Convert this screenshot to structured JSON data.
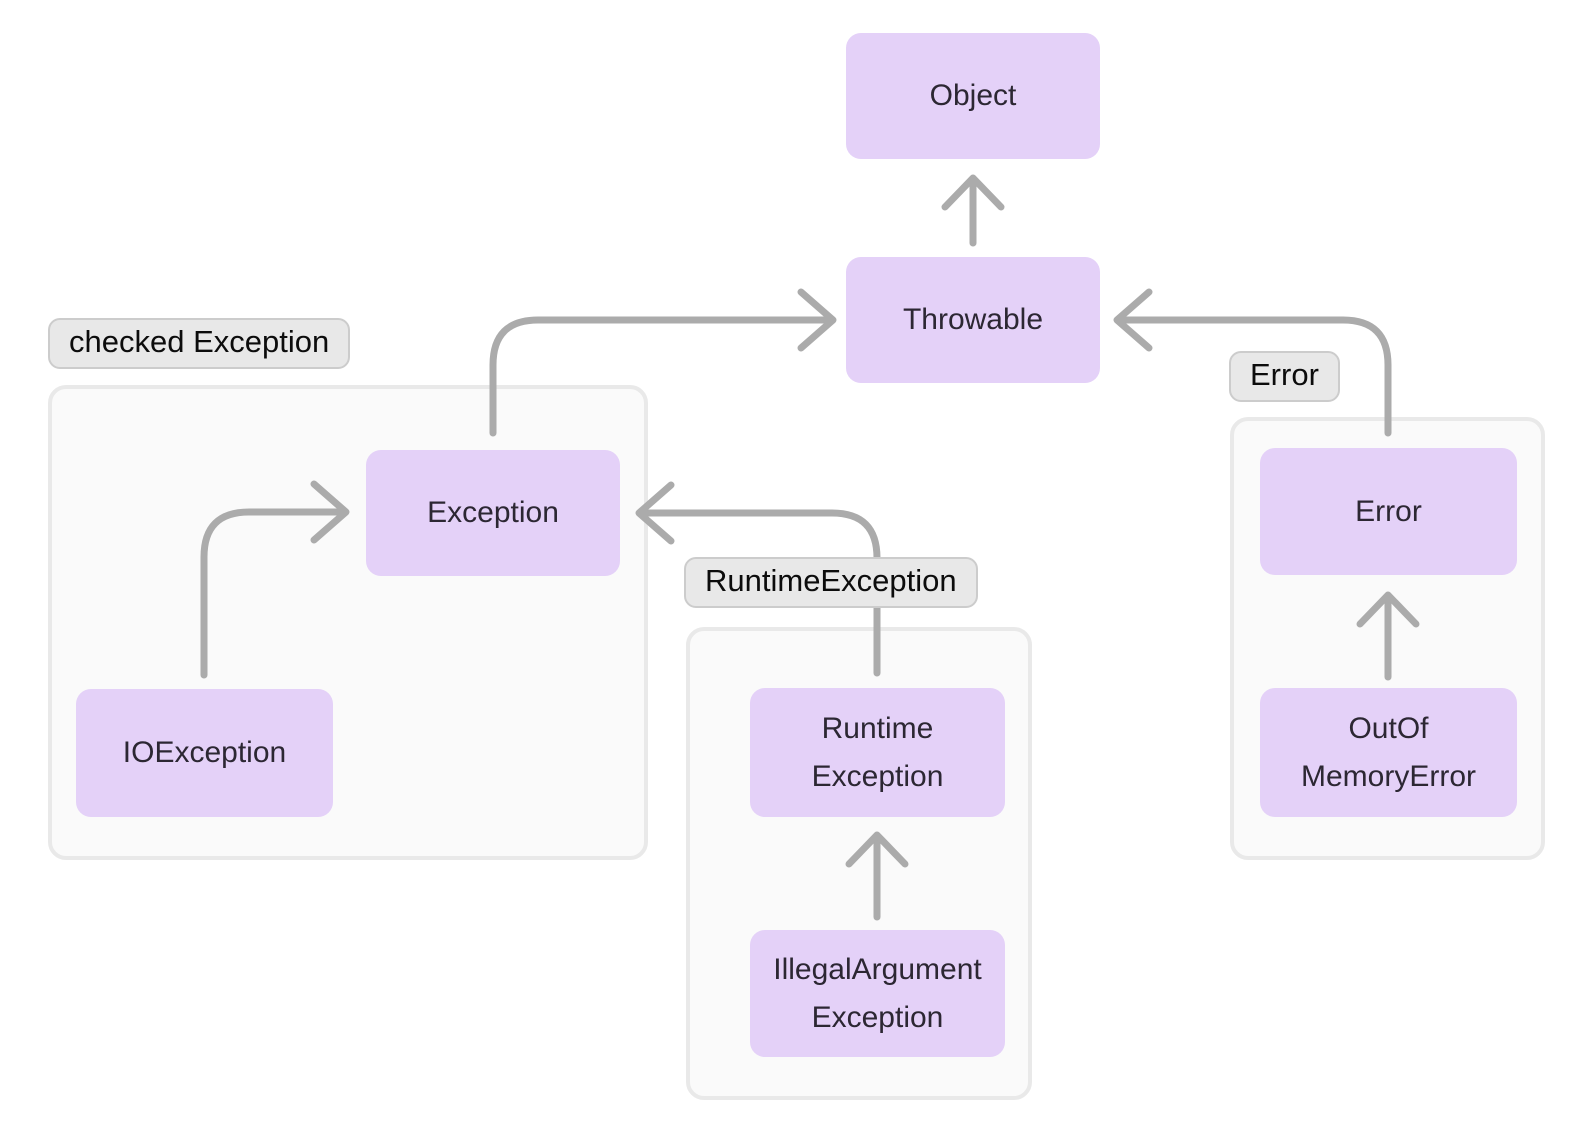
{
  "diagram": {
    "description": "Java exception class hierarchy",
    "nodes": {
      "object": {
        "label": "Object"
      },
      "throwable": {
        "label": "Throwable"
      },
      "exception": {
        "label": "Exception"
      },
      "ioexception": {
        "label": "IOException"
      },
      "runtime_exception": {
        "label": "Runtime\nException"
      },
      "illegal_argument_exception": {
        "label": "IllegalArgument\nException"
      },
      "error": {
        "label": "Error"
      },
      "out_of_memory_error": {
        "label": "OutOf\nMemoryError"
      }
    },
    "groups": {
      "checked_exception": {
        "label": "checked Exception",
        "members": [
          "Exception",
          "IOException"
        ]
      },
      "runtime_exception": {
        "label": "RuntimeException",
        "members": [
          "RuntimeException",
          "IllegalArgumentException"
        ]
      },
      "error": {
        "label": "Error",
        "members": [
          "Error",
          "OutOfMemoryError"
        ]
      }
    },
    "edges": [
      {
        "from": "Throwable",
        "to": "Object"
      },
      {
        "from": "Exception",
        "to": "Throwable"
      },
      {
        "from": "Error",
        "to": "Throwable"
      },
      {
        "from": "IOException",
        "to": "Exception"
      },
      {
        "from": "RuntimeException",
        "to": "Exception"
      },
      {
        "from": "IllegalArgumentException",
        "to": "RuntimeException"
      },
      {
        "from": "OutOfMemoryError",
        "to": "Error"
      }
    ],
    "colors": {
      "background": "#ffffff",
      "node_fill": "#e4d1f8",
      "node_text": "#2c2733",
      "group_fill": "#fafafa",
      "group_border": "#e9e9e9",
      "pill_fill": "#e8e8e8",
      "pill_border": "#cccccc",
      "pill_text": "#0c0c0c",
      "edge": "#ababab"
    }
  }
}
